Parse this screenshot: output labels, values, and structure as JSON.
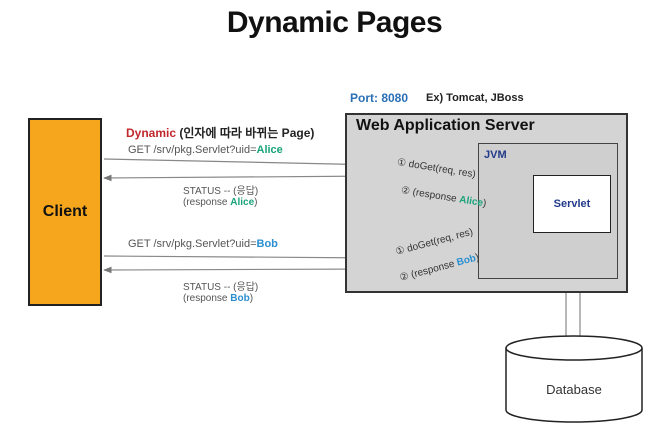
{
  "title": "Dynamic Pages",
  "client": {
    "label": "Client"
  },
  "server": {
    "port_label": "Port: 8080",
    "examples": "Ex) Tomcat, JBoss",
    "title": "Web Application Server",
    "jvm_label": "JVM",
    "servlet_label": "Servlet"
  },
  "database": {
    "label": "Database"
  },
  "heading": {
    "dynamic": "Dynamic",
    "note": " (인자에 따라 바뀌는 Page)"
  },
  "requests": [
    {
      "request_prefix": "GET /srv/pkg.Servlet?uid=",
      "user": "Alice",
      "status": "STATUS -- (응답)",
      "response_prefix": "(response ",
      "response_suffix": ")",
      "call_label": "① doGet(req, res)",
      "return_prefix": "② (response ",
      "return_suffix": ")"
    },
    {
      "request_prefix": "GET /srv/pkg.Servlet?uid=",
      "user": "Bob",
      "status": "STATUS -- (응답)",
      "response_prefix": "(response ",
      "response_suffix": ")",
      "call_label": "① doGet(req, res)",
      "return_prefix": "② (response ",
      "return_suffix": ")"
    }
  ],
  "colors": {
    "client_fill": "#f6a61c",
    "server_fill": "#d4d4d4",
    "dynamic_red": "#c0282d",
    "alice_green": "#1aa37a",
    "bob_blue": "#2a8fd0",
    "port_blue": "#2a6fb5"
  }
}
